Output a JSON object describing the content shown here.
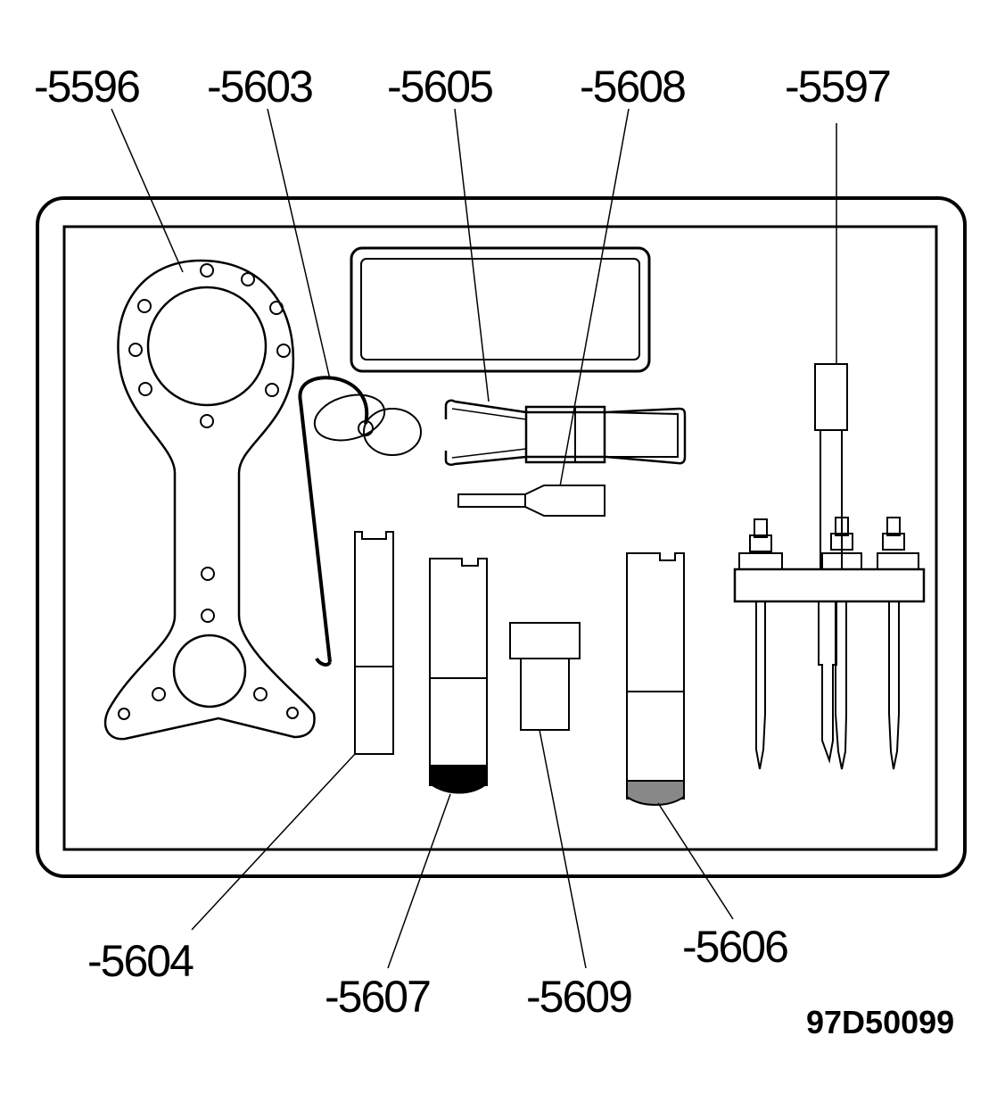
{
  "callouts": {
    "c5596": "-5596",
    "c5603": "-5603",
    "c5605": "-5605",
    "c5608": "-5608",
    "c5597": "-5597",
    "c5604": "-5604",
    "c5607": "-5607",
    "c5609": "-5609",
    "c5606": "-5606"
  },
  "figure_id": "97D50099",
  "colors": {
    "ink": "#000000",
    "paper": "#ffffff"
  }
}
